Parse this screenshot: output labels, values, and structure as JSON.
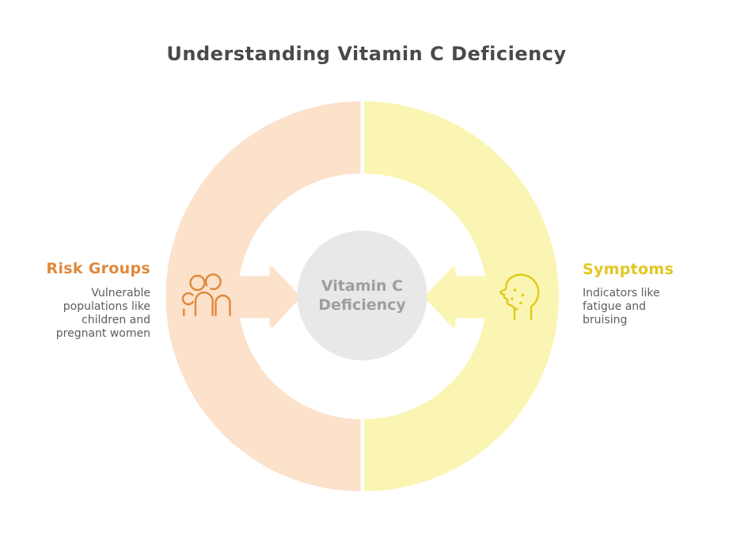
{
  "title": "Understanding Vitamin C Deficiency",
  "center": {
    "label": "Vitamin C\nDeficiency",
    "circle_color": "#e8e8e8",
    "text_color": "#9e9e9e"
  },
  "sections": {
    "left": {
      "heading": "Risk Groups",
      "description": "Vulnerable\npopulations like\nchildren and\npregnant women",
      "icon": "people-group-icon",
      "accent_color": "#e0883c",
      "ring_color": "#fce1cb"
    },
    "right": {
      "heading": "Symptoms",
      "description": "Indicators like\nfatigue and\nbruising",
      "icon": "face-spots-icon",
      "accent_color": "#e2c71f",
      "ring_color": "#fbf5b4"
    }
  },
  "colors": {
    "background": "#ffffff",
    "title_text": "#4a4a4a",
    "body_text": "#5d5d5d",
    "left_icon_stroke": "#e0883c",
    "right_icon_stroke": "#decb16"
  }
}
